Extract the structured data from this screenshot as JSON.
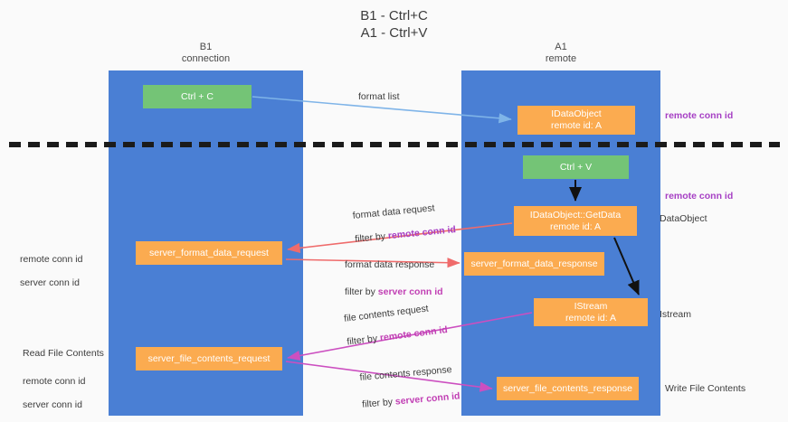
{
  "title": "B1 - Ctrl+C\nA1 - Ctrl+V",
  "lanes": [
    {
      "name": "b1",
      "heading": "B1\nconnection"
    },
    {
      "name": "a1",
      "heading": "A1\nremote"
    }
  ],
  "nodes": {
    "ctrl_c": "Ctrl + C",
    "idataobject": "IDataObject\nremote id: A",
    "ctrl_v": "Ctrl + V",
    "getdata": "IDataObject::GetData\nremote id: A",
    "server_format_data_request": "server_format_data_request",
    "server_format_data_response": "server_format_data_response",
    "istream": "IStream\nremote id: A",
    "server_file_contents_request": "server_file_contents_request",
    "server_file_contents_response": "server_file_contents_response"
  },
  "edge_labels": {
    "format_list": "format list",
    "format_data_request": "format data request",
    "format_data_request_filter_prefix": "filter by ",
    "format_data_request_filter_key": "remote conn id",
    "format_data_response": "format data response",
    "format_data_response_filter_prefix": "filter by ",
    "format_data_response_filter_key": "server conn id",
    "file_contents_request": "file contents request",
    "file_contents_request_filter_prefix": "filter by ",
    "file_contents_request_filter_key": "remote conn id",
    "file_contents_response": "file contents response",
    "file_contents_response_filter_prefix": "filter by ",
    "file_contents_response_filter_key": "server conn id"
  },
  "annotations": {
    "right_remote_conn_id_top": "remote conn id",
    "right_remote_conn_id_mid": "remote conn id",
    "right_dataobject": "DataObject",
    "right_istream": "Istream",
    "right_write_file_contents": "Write File Contents",
    "left_remote_conn_id_1": "remote conn id",
    "left_server_conn_id_1": "server conn id",
    "left_read_file_contents": "Read File Contents",
    "left_remote_conn_id_2": "remote conn id",
    "left_server_conn_id_2": "server conn id"
  },
  "colors": {
    "lane": "#4a7fd4",
    "green_node": "#74c476",
    "orange_node": "#fbab50",
    "purple_text": "#a63fc4",
    "green_text": "#5aa96a",
    "arrow_blue": "#7fb4e8",
    "arrow_black": "#111111",
    "arrow_red": "#ef6b6b",
    "arrow_magenta": "#cc4fc0",
    "background": "#fafafa",
    "divider": "#1b1b1b"
  }
}
